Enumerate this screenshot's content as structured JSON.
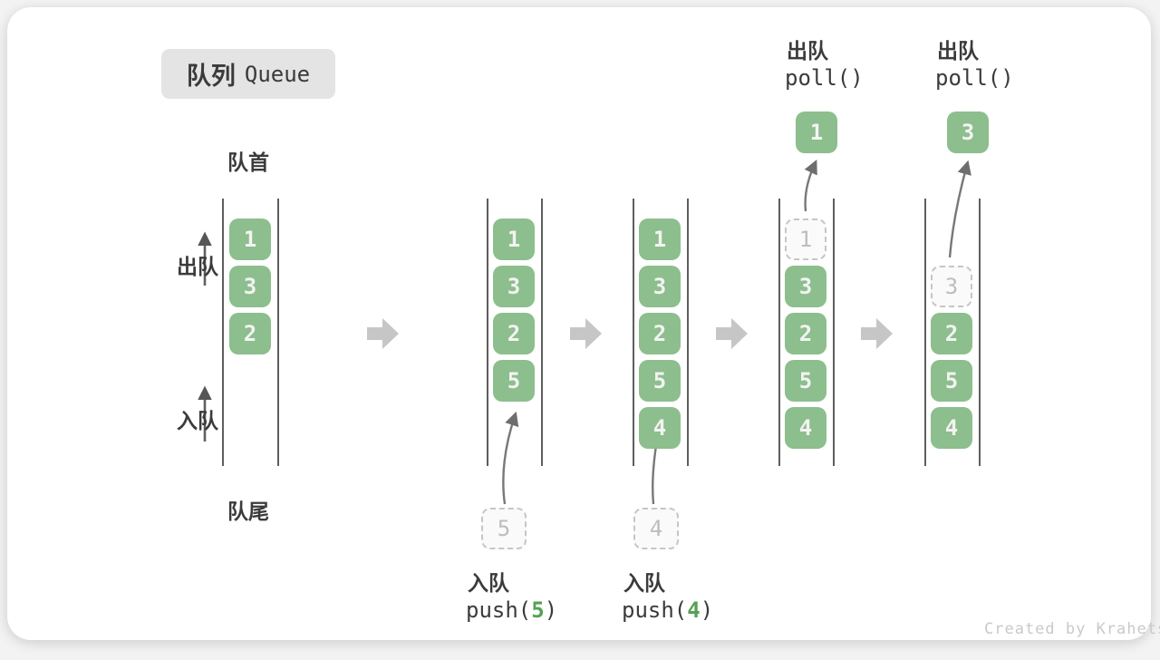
{
  "title": {
    "zh": "队列",
    "en": "Queue"
  },
  "side_labels": {
    "front": "队首",
    "rear": "队尾",
    "dequeue": "出队",
    "enqueue": "入队"
  },
  "queues": [
    {
      "cells": [
        {
          "v": "1"
        },
        {
          "v": "3"
        },
        {
          "v": "2"
        }
      ]
    },
    {
      "cells": [
        {
          "v": "1"
        },
        {
          "v": "3"
        },
        {
          "v": "2"
        },
        {
          "v": "5"
        }
      ]
    },
    {
      "cells": [
        {
          "v": "1"
        },
        {
          "v": "3"
        },
        {
          "v": "2"
        },
        {
          "v": "5"
        },
        {
          "v": "4"
        }
      ]
    },
    {
      "ghost": {
        "v": "1"
      },
      "cells": [
        {
          "v": "3"
        },
        {
          "v": "2"
        },
        {
          "v": "5"
        },
        {
          "v": "4"
        }
      ]
    },
    {
      "ghost": {
        "v": "3"
      },
      "cells": [
        {
          "v": "2"
        },
        {
          "v": "5"
        },
        {
          "v": "4"
        }
      ]
    }
  ],
  "ops": {
    "push5": {
      "label": "入队",
      "code_pre": "push(",
      "arg": "5",
      "code_post": ")",
      "staged": "5"
    },
    "push4": {
      "label": "入队",
      "code_pre": "push(",
      "arg": "4",
      "code_post": ")",
      "staged": "4"
    },
    "poll1": {
      "label": "出队",
      "code": "poll()",
      "value": "1"
    },
    "poll2": {
      "label": "出队",
      "code": "poll()",
      "value": "3"
    }
  },
  "watermark": "Created by Krahets",
  "colors": {
    "box_green": "#8dbe8d",
    "code_arg_green": "#56a156",
    "title_bg": "#e4e4e4",
    "text_dark": "#3b3b3b",
    "block_arrow_grey": "#c6c6c6",
    "ghost_grey": "#bdbdbd"
  }
}
